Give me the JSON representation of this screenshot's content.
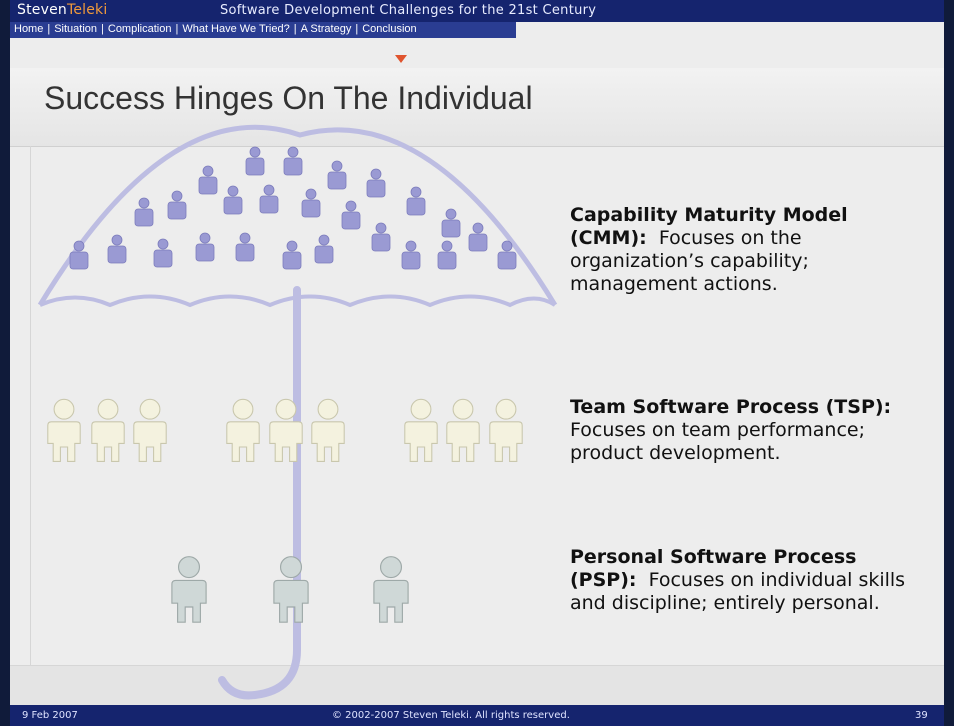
{
  "header": {
    "brand_first": "Steven",
    "brand_last": "Teleki",
    "deck_title": "Software Development Challenges for the 21st Century",
    "nav": [
      "Home",
      "Situation",
      "Complication",
      "What Have We Tried?",
      "A Strategy",
      "Conclusion"
    ],
    "nav_separator": "|"
  },
  "slide": {
    "title": "Success Hinges On The Individual",
    "blocks": [
      {
        "name": "Capability Maturity Model (CMM):",
        "text": "Focuses on the organization’s capability; management actions."
      },
      {
        "name": "Team Software Process (TSP):",
        "text": "Focuses on team performance; product development."
      },
      {
        "name": "Personal Software Process (PSP):",
        "text": "Focuses on individual skills and discipline; entirely personal."
      }
    ]
  },
  "footer": {
    "date": "9 Feb 2007",
    "copyright": "© 2002-2007 Steven Teleki. All rights reserved.",
    "page": "39"
  },
  "colors": {
    "header_bg": "#15246e",
    "brand_accent": "#f19a3b",
    "marker": "#e0542e",
    "umbrella": "#b8b8e0",
    "cmm_people": "#9696d2",
    "tsp_people": "#f3f1de",
    "psp_people": "#cfd8d6"
  }
}
